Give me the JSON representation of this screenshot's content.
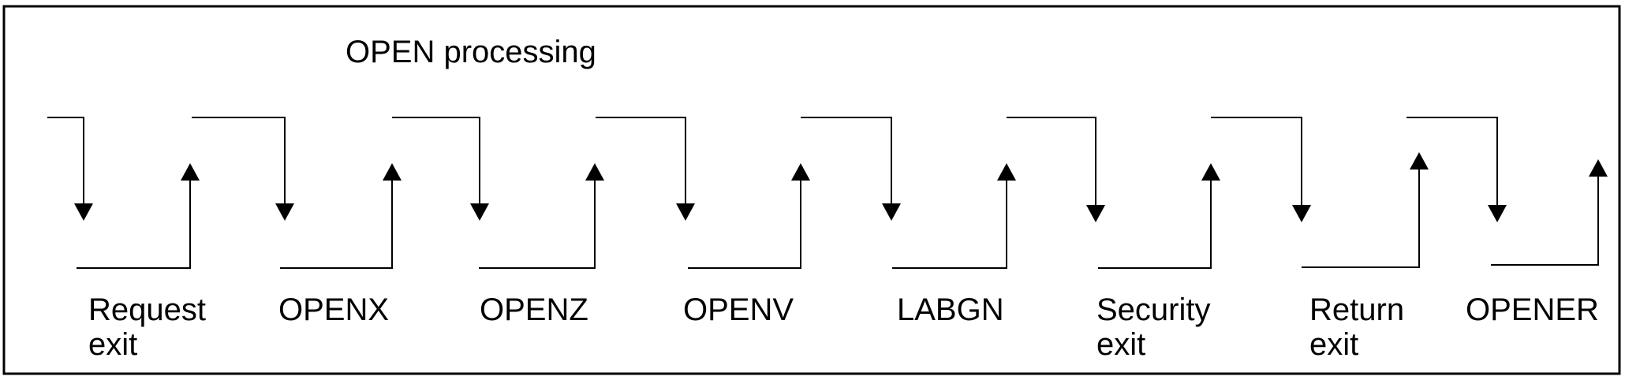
{
  "title": "OPEN processing",
  "stages": [
    {
      "label_lines": [
        "Request",
        "exit"
      ]
    },
    {
      "label_lines": [
        "OPENX"
      ]
    },
    {
      "label_lines": [
        "OPENZ"
      ]
    },
    {
      "label_lines": [
        "OPENV"
      ]
    },
    {
      "label_lines": [
        "LABGN"
      ]
    },
    {
      "label_lines": [
        "Security",
        "exit"
      ]
    },
    {
      "label_lines": [
        "Return",
        "exit"
      ]
    },
    {
      "label_lines": [
        "OPENER"
      ]
    }
  ],
  "colors": {
    "line": "#000000",
    "background": "#ffffff"
  }
}
